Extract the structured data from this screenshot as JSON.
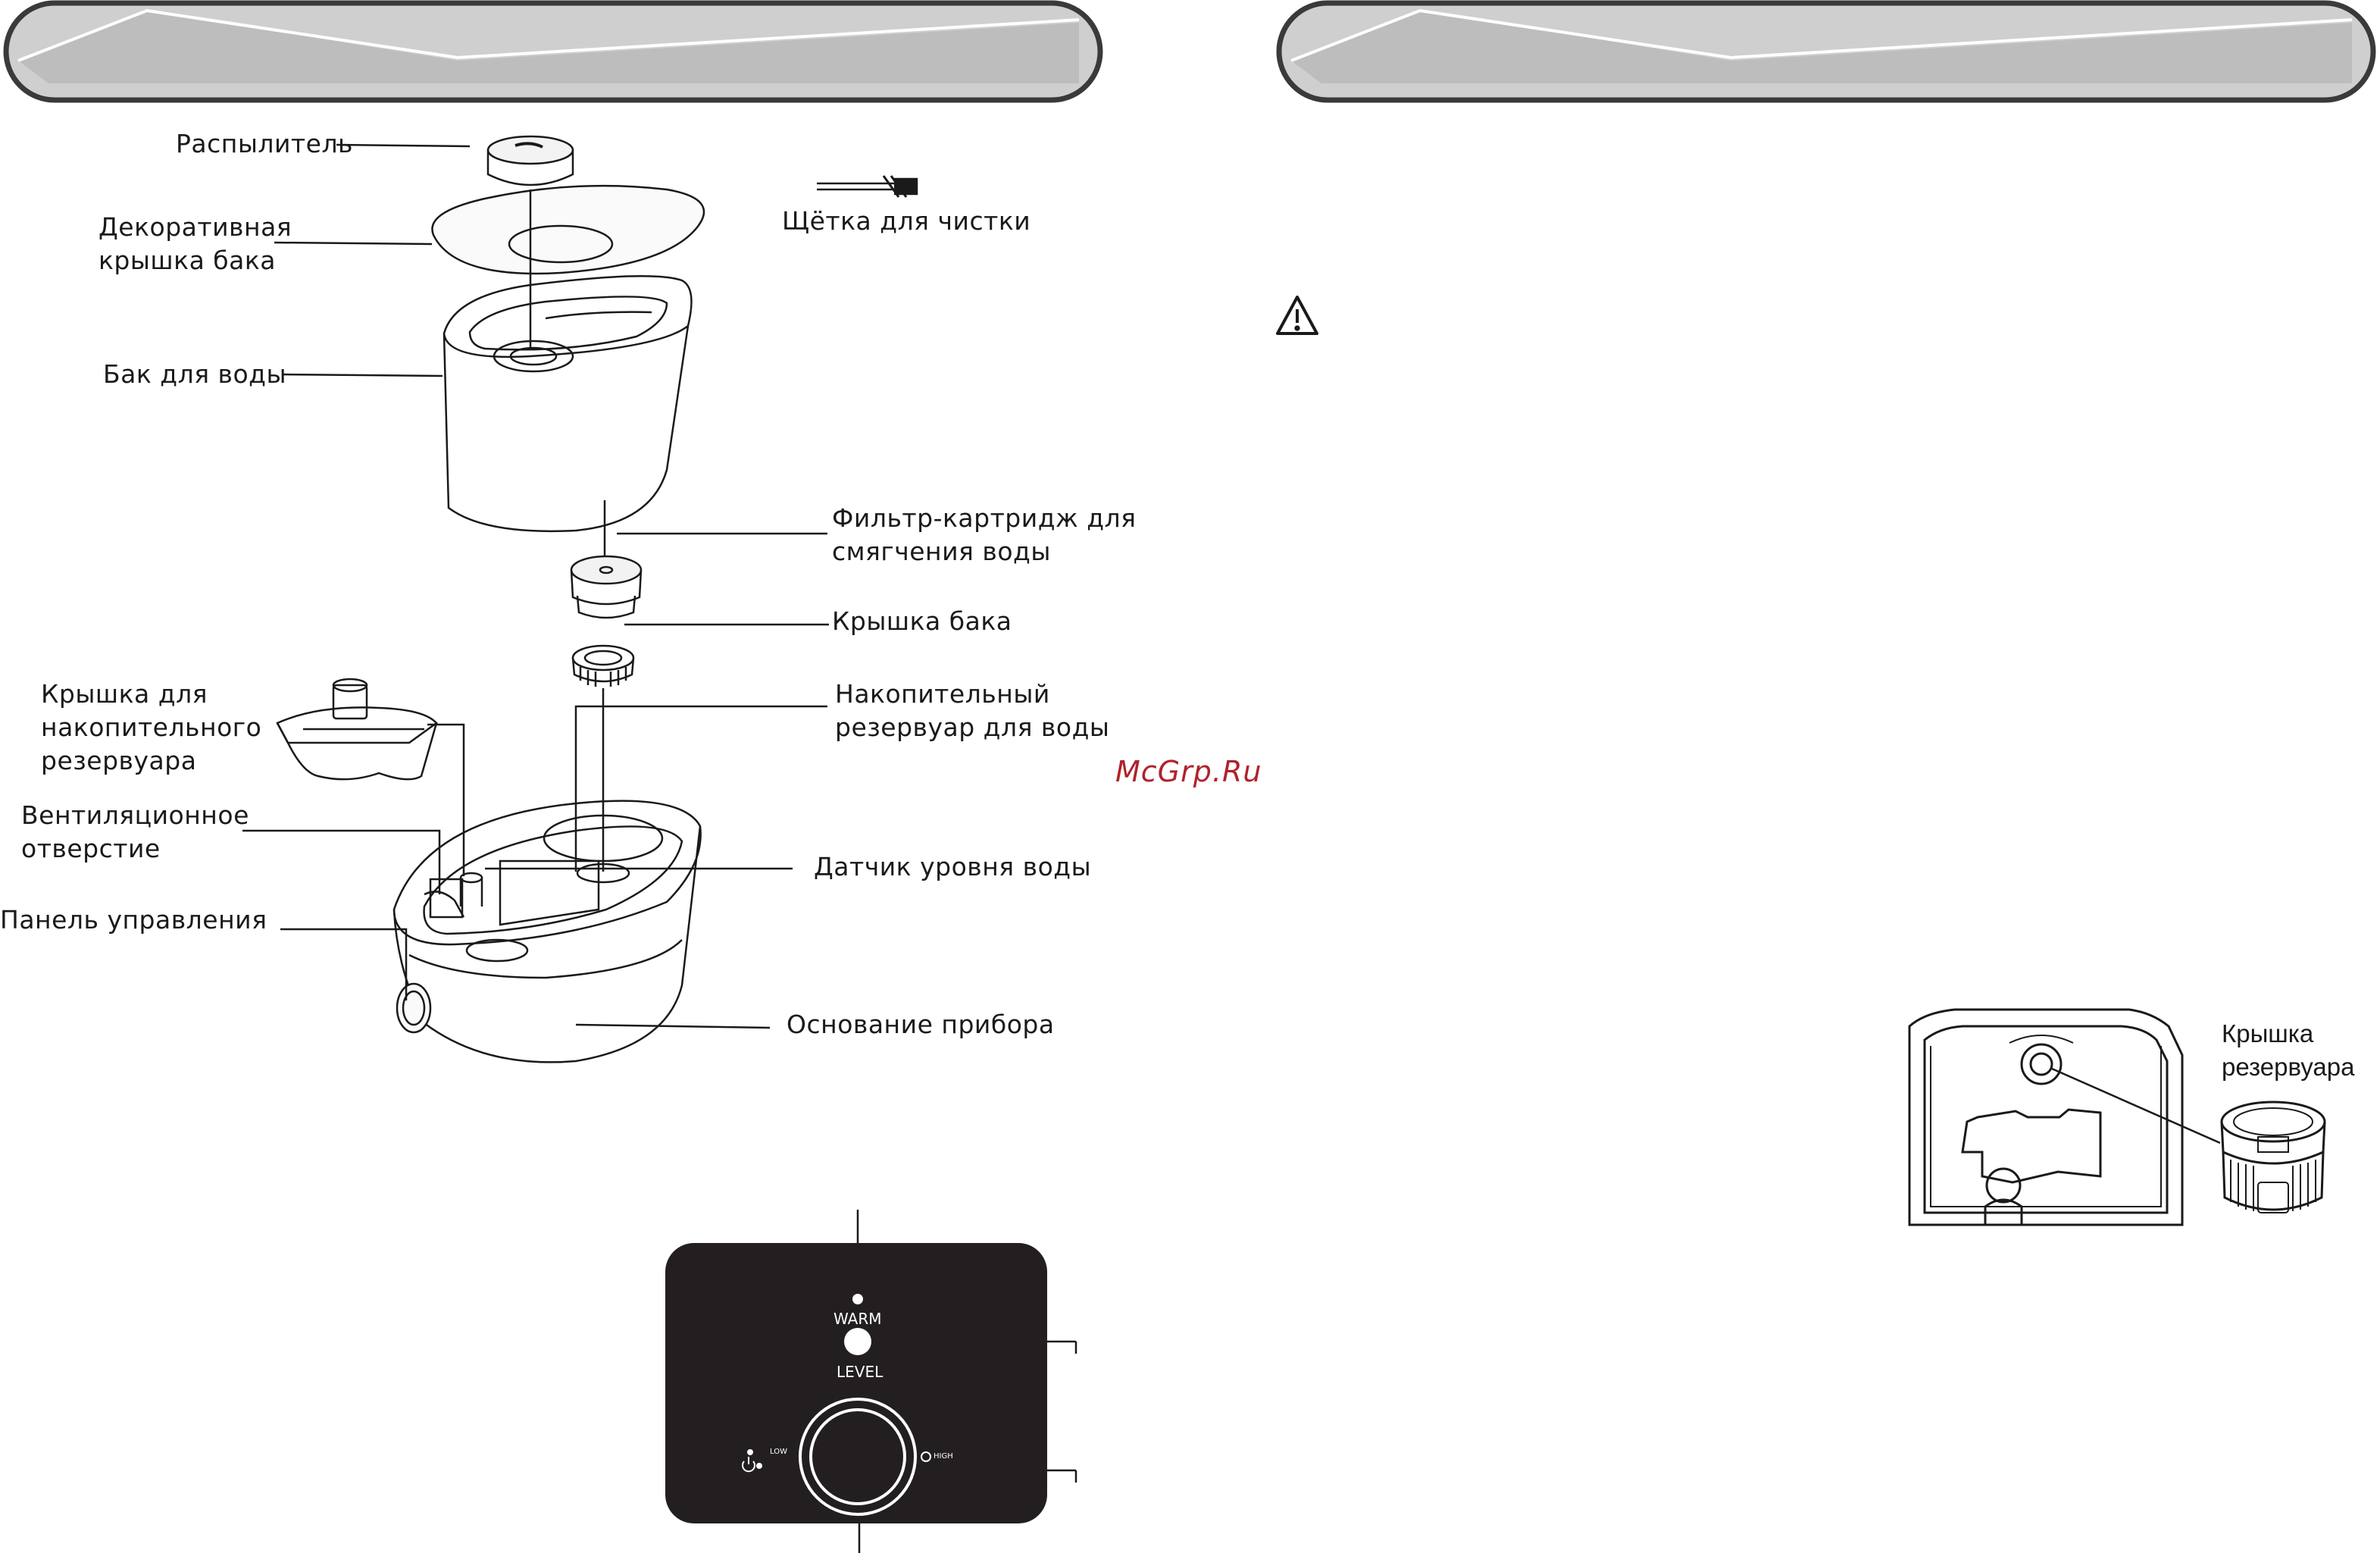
{
  "labels": {
    "atomizer": "Распылитель",
    "decorative_cover_l1": "Декоративная",
    "decorative_cover_l2": "крышка бака",
    "water_tank": "Бак для воды",
    "brush": "Щётка для чистки",
    "filter_l1": "Фильтр-картридж для",
    "filter_l2": "смягчения воды",
    "tank_cap": "Крышка бака",
    "reservoir_cover_l1": "Крышка для",
    "reservoir_cover_l2": "накопительного",
    "reservoir_cover_l3": "резервуара",
    "reservoir_l1": "Накопительный",
    "reservoir_l2": "резервуар для воды",
    "vent_l1": "Вентиляционное",
    "vent_l2": "отверстие",
    "level_sensor": "Датчик уровня воды",
    "control_panel": "Панель управления",
    "base": "Основание прибора"
  },
  "watermark": "McGrp.Ru",
  "panel": {
    "warm": "WARM",
    "level": "LEVEL",
    "low": "LOW",
    "high": "HIGH"
  },
  "reservoir_cap": {
    "line1": "Крышка",
    "line2": "резервуара"
  },
  "icons": [
    "warning-triangle-icon",
    "power-icon"
  ]
}
